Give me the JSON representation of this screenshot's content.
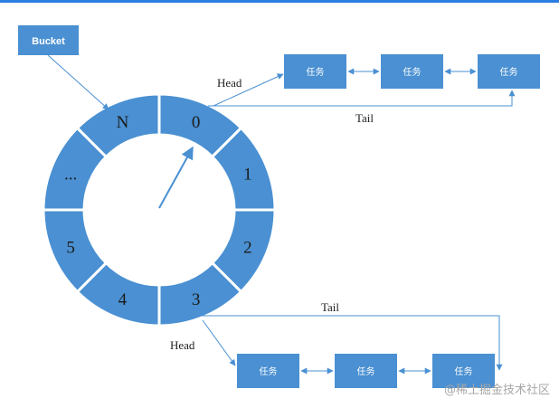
{
  "bucket_label": "Bucket",
  "ring_segments": [
    "0",
    "1",
    "2",
    "3",
    "4",
    "5",
    "...",
    "N"
  ],
  "top_chain": {
    "head_label": "Head",
    "tail_label": "Tail",
    "tasks": [
      "任务",
      "任务",
      "任务"
    ]
  },
  "bottom_chain": {
    "head_label": "Head",
    "tail_label": "Tail",
    "tasks": [
      "任务",
      "任务",
      "任务"
    ]
  },
  "watermark": "@稀土掘金技术社区",
  "colors": {
    "segment": "#4a90d2",
    "segment_stroke": "#ffffff",
    "box": "#4a90d2",
    "line": "#4a90d2",
    "topbar": "#2a7de1"
  }
}
